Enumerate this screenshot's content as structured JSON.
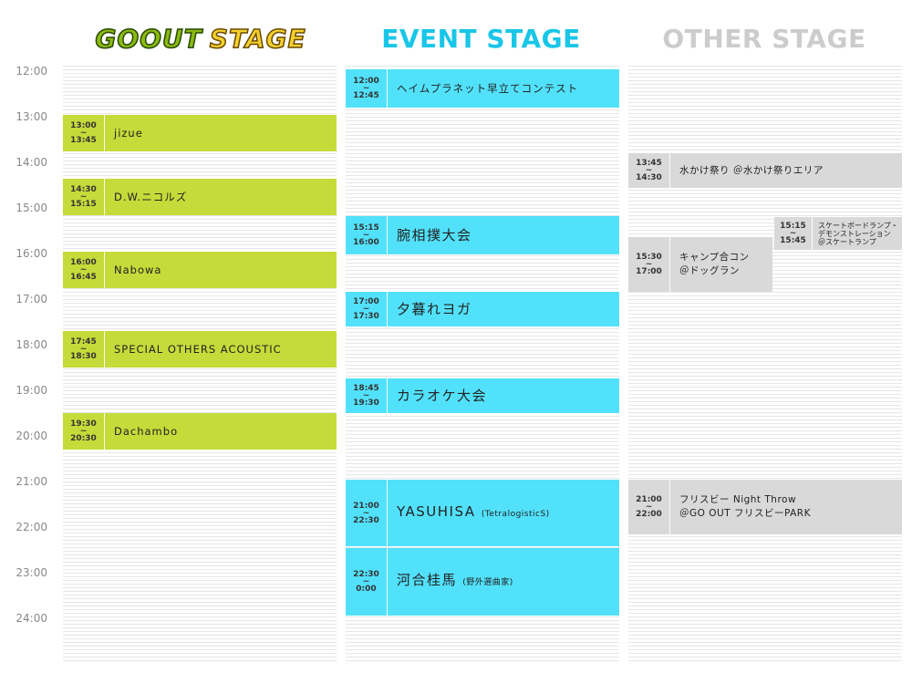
{
  "headers": {
    "goout_a": "GOOUT",
    "goout_b": "STAGE",
    "event": "EVENT STAGE",
    "other": "OTHER STAGE"
  },
  "times": [
    "12:00",
    "13:00",
    "14:00",
    "15:00",
    "16:00",
    "17:00",
    "18:00",
    "19:00",
    "20:00",
    "21:00",
    "22:00",
    "23:00",
    "24:00"
  ],
  "colors": {
    "goout": "#c5db3a",
    "event": "#52e1fa",
    "other": "#d9d9d9",
    "event_title": "#19c6e8",
    "other_title": "#cccccc"
  },
  "goout_events": [
    {
      "start": "13:00",
      "end": "13:45",
      "name": "jizue"
    },
    {
      "start": "14:30",
      "end": "15:15",
      "name": "D.W.ニコルズ"
    },
    {
      "start": "16:00",
      "end": "16:45",
      "name": "Nabowa"
    },
    {
      "start": "17:45",
      "end": "18:30",
      "name": "SPECIAL OTHERS ACOUSTIC"
    },
    {
      "start": "19:30",
      "end": "20:30",
      "name": "Dachambo"
    }
  ],
  "event_events": [
    {
      "start": "12:00",
      "end": "12:45",
      "name": "ヘイムプラネット早立てコンテスト"
    },
    {
      "start": "15:15",
      "end": "16:00",
      "name": "腕相撲大会"
    },
    {
      "start": "17:00",
      "end": "17:30",
      "name": "夕暮れヨガ"
    },
    {
      "start": "18:45",
      "end": "19:30",
      "name": "カラオケ大会"
    },
    {
      "start": "21:00",
      "end": "22:30",
      "name": "YASUHISA",
      "sub": "(TetralogisticS)"
    },
    {
      "start": "22:30",
      "end": "0:00",
      "name": "河合桂馬",
      "sub": "(野外選曲家)"
    }
  ],
  "other_events": [
    {
      "start": "13:45",
      "end": "14:30",
      "name": "水かけ祭り ＠水かけ祭りエリア"
    },
    {
      "start": "15:30",
      "end": "17:00",
      "name": "キャンプ合コン",
      "name2": "＠ドッグラン"
    },
    {
      "start": "15:15",
      "end": "15:45",
      "name": "スケートボードランプ・",
      "name2": "デモンストレーション",
      "name3": "＠スケートランプ"
    },
    {
      "start": "21:00",
      "end": "22:00",
      "name": "フリスビー Night Throw",
      "name2": "＠GO OUT フリスビーPARK"
    }
  ],
  "tilde": "~"
}
